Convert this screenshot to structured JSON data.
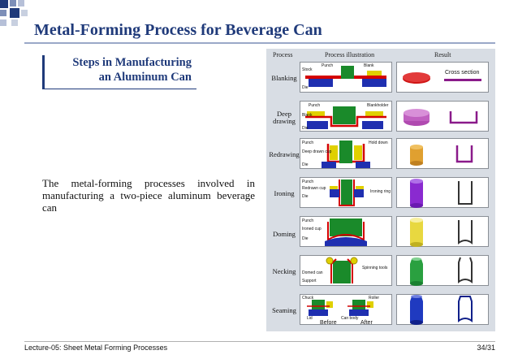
{
  "slide": {
    "title": "Metal-Forming Process for Beverage Can",
    "steps_heading_line1": "Steps in Manufacturing",
    "steps_heading_line2": "an Aluminum Can",
    "description": "The metal-forming processes involved in manufacturing a two-piece aluminum beverage can",
    "footer_left": "Lecture-05: Sheet Metal Forming Processes",
    "footer_right": "34/31",
    "accent_color": "#1f3a7a"
  },
  "figure": {
    "col_process": "Process",
    "col_illustration": "Process illustration",
    "col_result": "Result",
    "cross_section_label": "Cross section",
    "steps": [
      {
        "label": "Blanking",
        "parts": [
          "Punch",
          "Blank",
          "Stock",
          "Die"
        ]
      },
      {
        "label": "Deep drawing",
        "parts": [
          "Punch",
          "Blankholder",
          "Blank",
          "Die"
        ]
      },
      {
        "label": "Redrawing",
        "parts": [
          "Punch",
          "Hold down",
          "Deep drawn cup",
          "Die"
        ]
      },
      {
        "label": "Ironing",
        "parts": [
          "Punch",
          "Redrawn cup",
          "Ironing ring",
          "Die"
        ]
      },
      {
        "label": "Doming",
        "parts": [
          "Punch",
          "Ironed cup",
          "Die"
        ]
      },
      {
        "label": "Necking",
        "parts": [
          "Spinning tools",
          "Domed can",
          "Support"
        ]
      },
      {
        "label": "Seaming",
        "parts": [
          "Chuck",
          "Roller",
          "Lid",
          "Can body",
          "Before",
          "After"
        ]
      }
    ]
  }
}
